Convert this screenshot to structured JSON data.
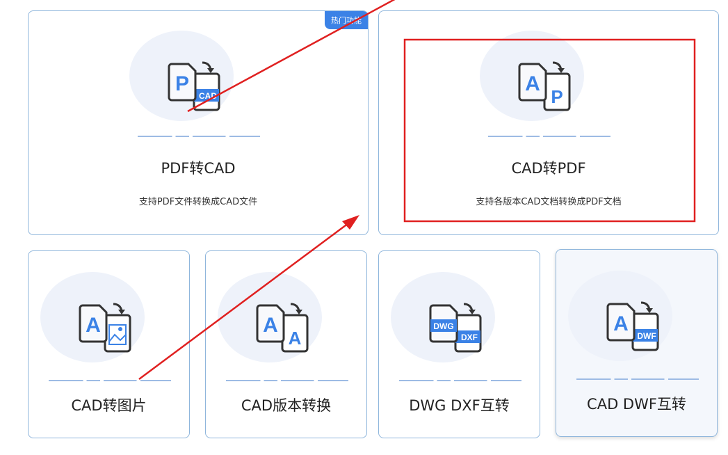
{
  "badge": "热门功能",
  "accent": "#3b82e6",
  "cards": [
    {
      "title": "PDF转CAD",
      "desc": "支持PDF文件转换成CAD文件",
      "icon": "pdf-to-cad-icon",
      "front": "P",
      "back": "CAD"
    },
    {
      "title": "CAD转PDF",
      "desc": "支持各版本CAD文档转换成PDF文档",
      "icon": "cad-to-pdf-icon",
      "front": "A",
      "back": "P"
    },
    {
      "title": "CAD转图片",
      "icon": "cad-to-image-icon",
      "front": "A",
      "back": "img"
    },
    {
      "title": "CAD版本转换",
      "icon": "cad-version-icon",
      "front": "A",
      "back": "A"
    },
    {
      "title": "DWG DXF互转",
      "icon": "dwg-dxf-icon",
      "front": "DWG",
      "back": "DXF"
    },
    {
      "title": "CAD DWF互转",
      "icon": "cad-dwf-icon",
      "front": "A",
      "back": "DWF"
    }
  ],
  "annotation": {
    "highlight_color": "#e02020"
  }
}
